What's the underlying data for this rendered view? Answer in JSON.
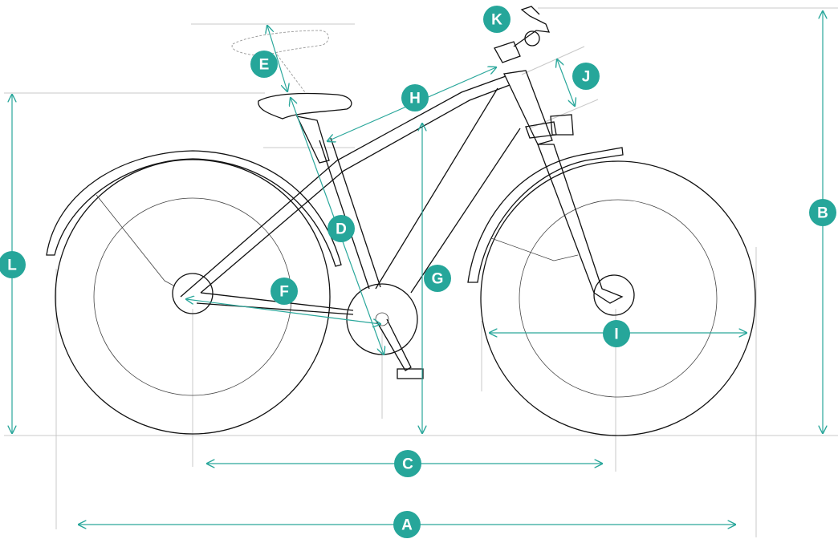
{
  "diagram": {
    "accent_color": "#26a69a",
    "labels": [
      "A",
      "B",
      "C",
      "D",
      "E",
      "F",
      "G",
      "H",
      "I",
      "J",
      "K",
      "L"
    ]
  }
}
